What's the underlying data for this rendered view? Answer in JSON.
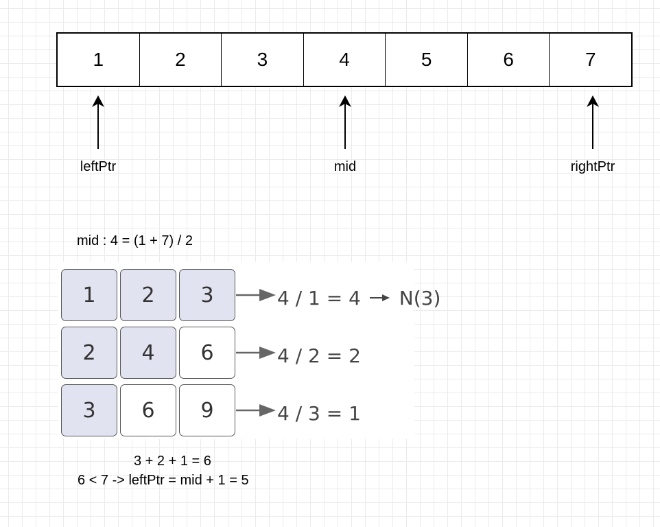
{
  "array": [
    "1",
    "2",
    "3",
    "4",
    "5",
    "6",
    "7"
  ],
  "pointers": {
    "left": "leftPtr",
    "mid": "mid",
    "right": "rightPtr"
  },
  "formula": "mid : 4 = (1 + 7) / 2",
  "matrix": {
    "rows": [
      {
        "cells": [
          "1",
          "2",
          "3"
        ],
        "equation": "4 / 1 = 4",
        "note": "N(3)"
      },
      {
        "cells": [
          "2",
          "4",
          "6"
        ],
        "equation": "4 / 2 = 2"
      },
      {
        "cells": [
          "3",
          "6",
          "9"
        ],
        "equation": "4 / 3 = 1"
      }
    ]
  },
  "sum_line": "3 + 2 + 1 = 6",
  "conclusion": "6 < 7 -> leftPtr = mid + 1 = 5",
  "colors": {
    "highlight": "#e1e3f1",
    "arrow": "#666666",
    "grid": "#ebebeb"
  }
}
